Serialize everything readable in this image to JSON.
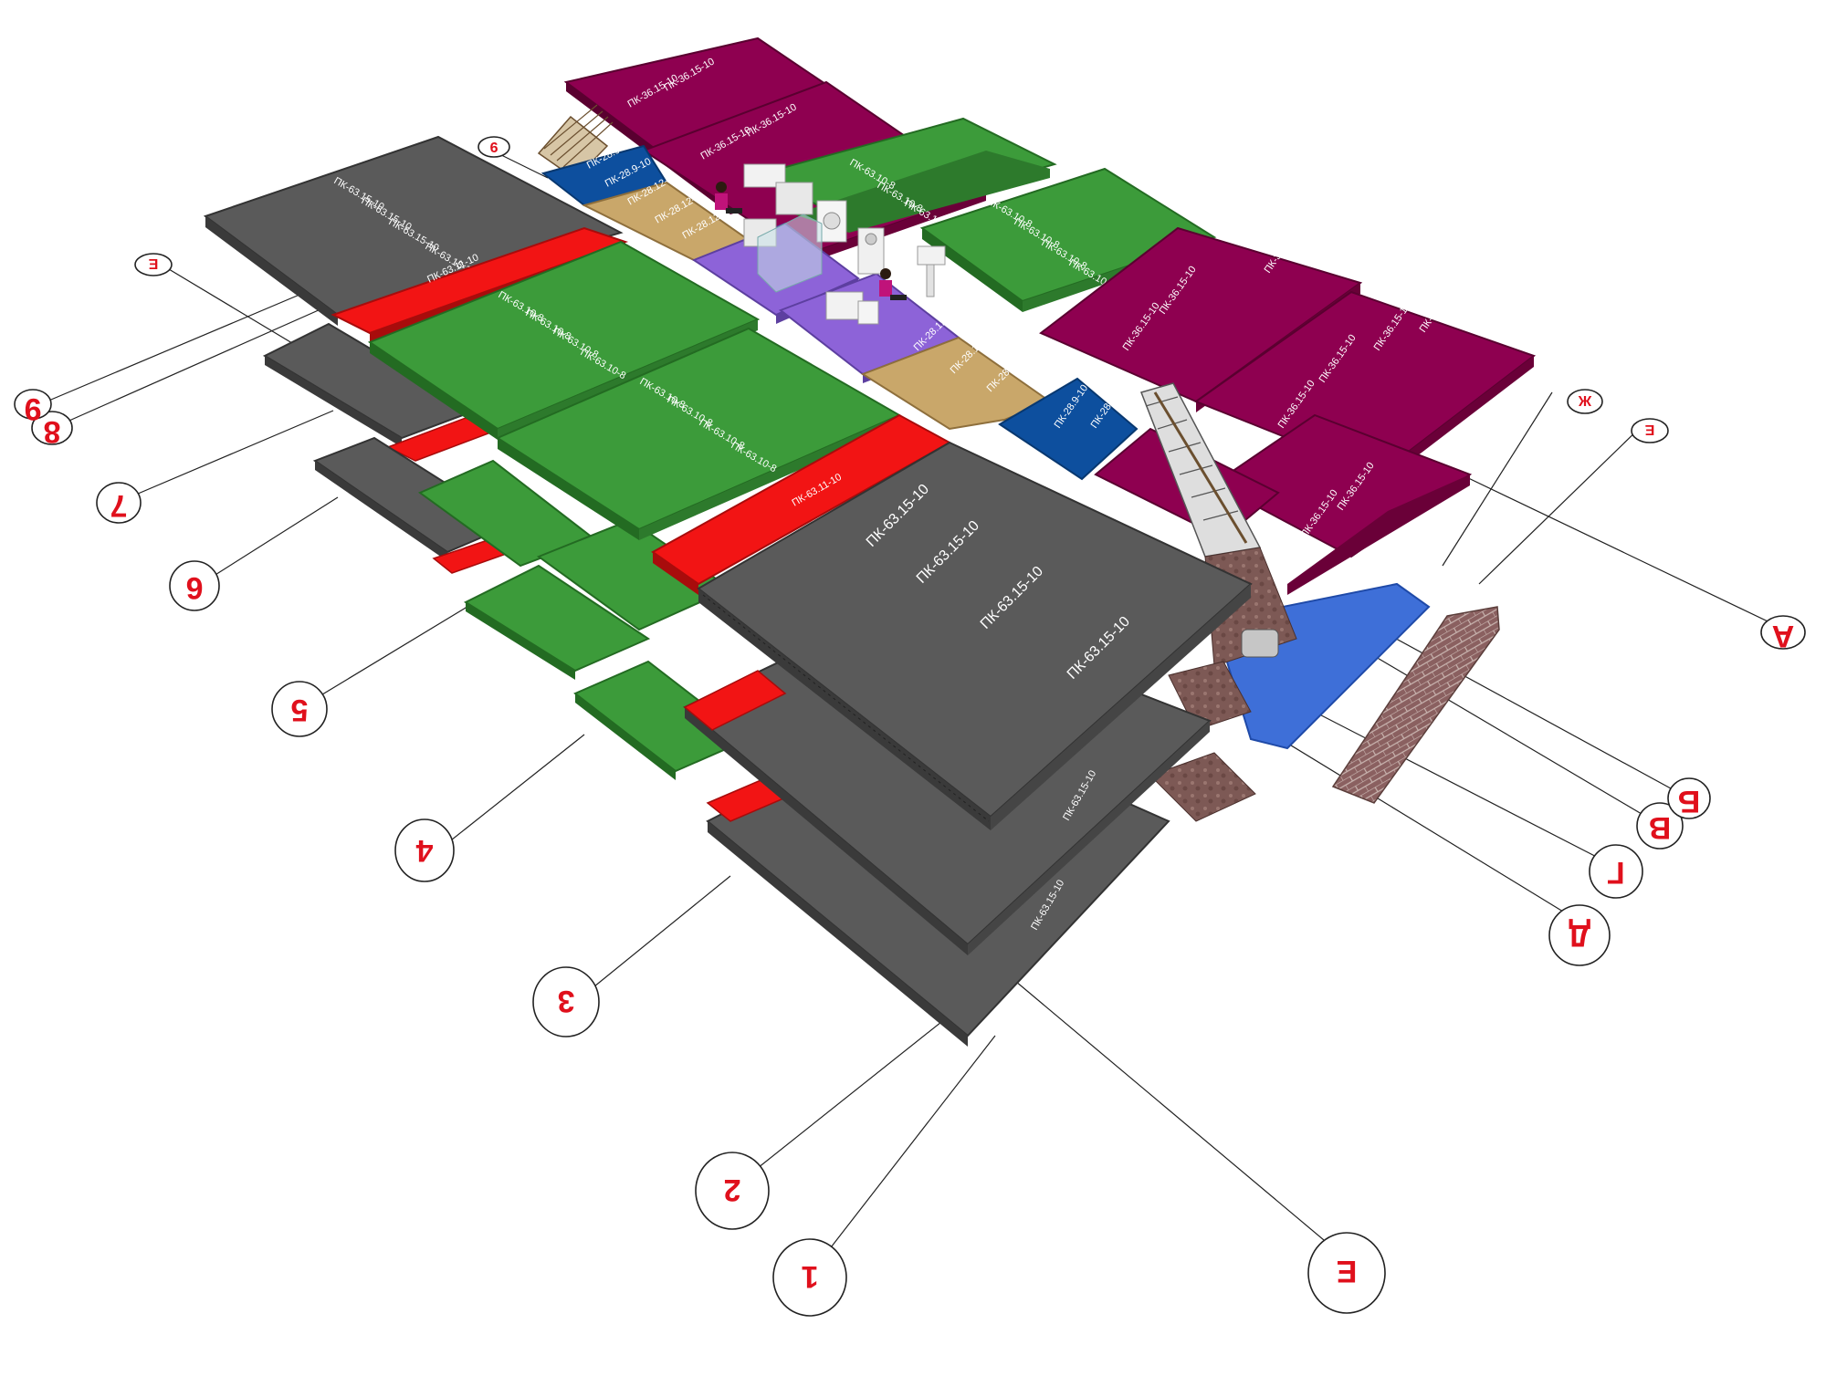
{
  "colors": {
    "gray": "#5a5a5a",
    "red": "#f21414",
    "green": "#3c9b3a",
    "maroon": "#8e0050",
    "blue": "#0d4f9e",
    "tan": "#c9a76a",
    "purple": "#8d63d8",
    "brick": "#8a6a66",
    "lightblue": "#3e6fd8",
    "axis_red": "#e0101c"
  },
  "grid_axes": {
    "numeric": [
      "1",
      "2",
      "3",
      "4",
      "5",
      "6",
      "7",
      "8",
      "9",
      "9"
    ],
    "letter": [
      "Е",
      "Д",
      "Г",
      "В",
      "Б",
      "А",
      "Ж",
      "Е",
      "Е"
    ]
  },
  "slab_labels": {
    "gray_top_left": [
      "ПК-63.15-10",
      "ПК-63.15-10",
      "ПК-63.15-10",
      "ПК-63.15-10"
    ],
    "red_top_left": "ПК-63.11-10",
    "green_upper_left": [
      "ПК-63.10-8",
      "ПК-63.10-8",
      "ПК-63.10-8",
      "ПК-63.10-8"
    ],
    "green_mid_left": [
      "ПК-63.10-8",
      "ПК-63.10-8",
      "ПК-63.10-8",
      "ПК-63.10-8"
    ],
    "red_center": "ПК-63.11-10",
    "gray_center": [
      "ПК-63.15-10",
      "ПК-63.15-10",
      "ПК-63.15-10",
      "ПК-63.15-10"
    ],
    "gray_lower": [
      "ПК-63.15-10",
      "ПК-63.15-10"
    ],
    "maroon_top": [
      "ПК-36.15-10",
      "ПК-36.15-10",
      "ПК-36.15-10",
      "ПК-36.15-10"
    ],
    "green_top_right": [
      "ПК-63.10-8",
      "ПК-63.10-8",
      "ПК-63.10-8"
    ],
    "green_mid_right": [
      "ПК-63.10-8",
      "ПК-63.10-8",
      "ПК-63.10-8",
      "ПК-63.10-8"
    ],
    "maroon_right_a": [
      "ПК-36.15-10",
      "ПК-36.15-10",
      "ПК-36.15-10"
    ],
    "maroon_right_b": [
      "ПК-36.15-10",
      "ПК-36.15-10",
      "ПК-36.15-10",
      "ПК-36.15-10"
    ],
    "maroon_right_c": [
      "ПК-36.15-10",
      "ПК-36.15-10"
    ],
    "tan_upper": [
      "ПК-28.12-8",
      "ПК-28.12-8",
      "ПК-28.12-8"
    ],
    "tan_lower": [
      "ПК-28.12-8",
      "ПК-28.12-8",
      "ПК-28.12-8"
    ],
    "blue_upper": [
      "ПК-28.9-10",
      "ПК-28.9-10"
    ],
    "blue_lower": [
      "ПК-28.9-10",
      "ПК-28.9-10"
    ]
  }
}
